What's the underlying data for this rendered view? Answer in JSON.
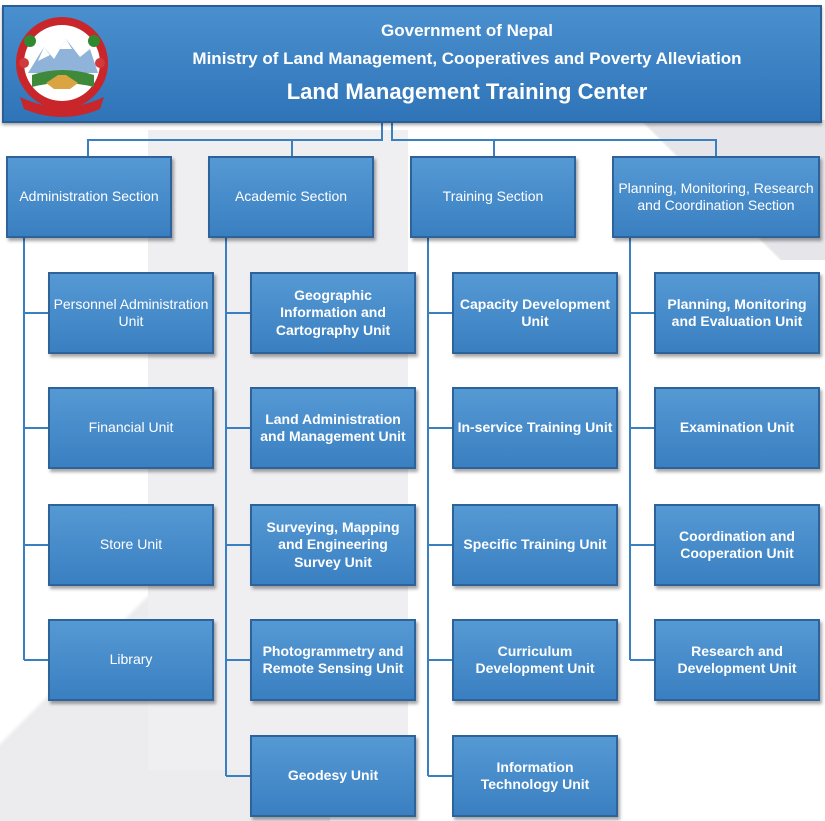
{
  "header": {
    "line1": "Government of Nepal",
    "line2": "Ministry of Land Management, Cooperatives and Poverty Alleviation",
    "line3": "Land Management Training Center"
  },
  "colors": {
    "box": "#3a7fc1",
    "border": "#2d6399",
    "connector": "#3a7fc1"
  },
  "sections": [
    {
      "label": "Administration Section",
      "units": [
        "Personnel Administration Unit",
        "Financial Unit",
        "Store Unit",
        "Library"
      ]
    },
    {
      "label": "Academic Section",
      "units": [
        "Geographic Information and Cartography Unit",
        "Land Administration and Management Unit",
        "Surveying, Mapping and Engineering Survey Unit",
        "Photogrammetry and Remote Sensing Unit",
        "Geodesy Unit"
      ]
    },
    {
      "label": "Training Section",
      "units": [
        "Capacity Development Unit",
        "In-service Training Unit",
        "Specific Training Unit",
        "Curriculum Development Unit",
        "Information Technology Unit"
      ]
    },
    {
      "label": "Planning, Monitoring, Research and Coordination Section",
      "units": [
        "Planning, Monitoring and Evaluation Unit",
        "Examination Unit",
        "Coordination and Cooperation Unit",
        "Research and Development Unit"
      ]
    }
  ]
}
